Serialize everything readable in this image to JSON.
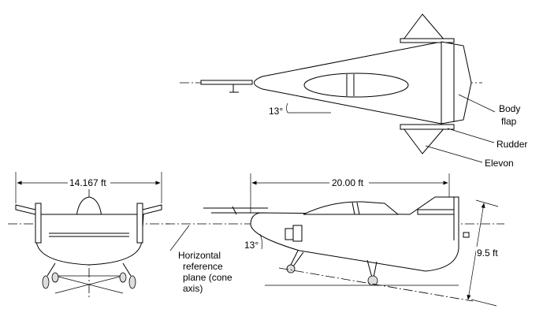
{
  "labels": {
    "angle_top": "13°",
    "angle_side": "13°",
    "body_flap_line1": "Body",
    "body_flap_line2": "flap",
    "rudder": "Rudder",
    "elevon": "Elevon",
    "span": "14.167 ft",
    "length": "20.00 ft",
    "height": "9.5 ft",
    "ref_plane_line1": "Horizontal",
    "ref_plane_line2": "reference",
    "ref_plane_line3": "plane (cone",
    "ref_plane_line4": "axis)"
  }
}
